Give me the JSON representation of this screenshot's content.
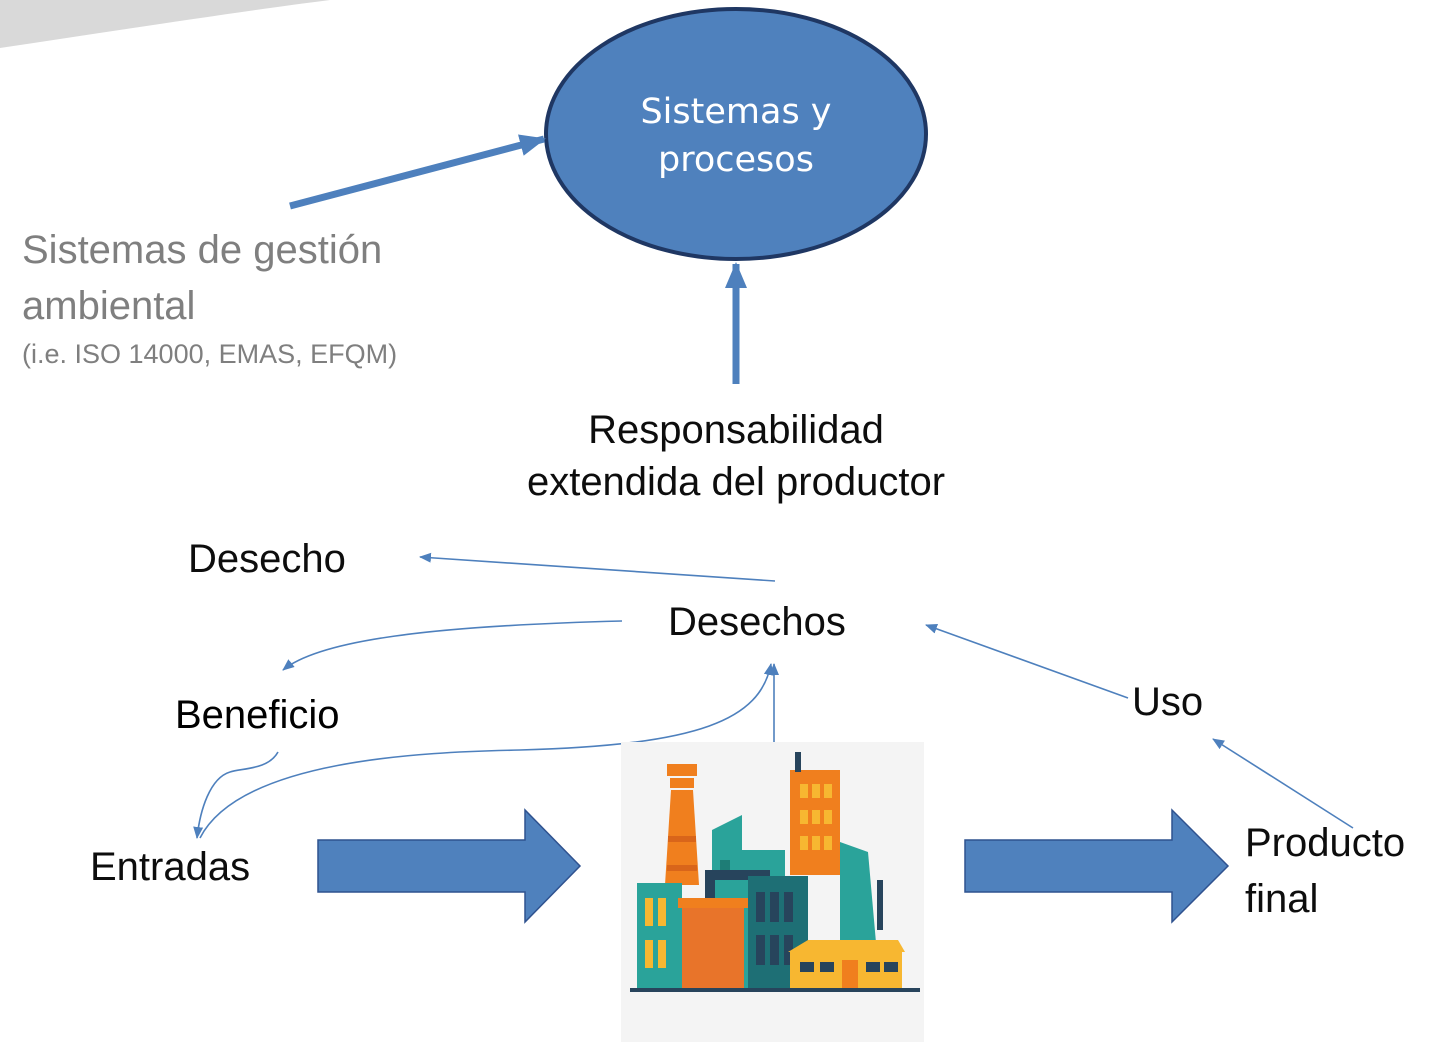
{
  "colors": {
    "arrow_blue": "#4e80bd",
    "ellipse_fill": "#4f81bd",
    "ellipse_stroke": "#1f3763",
    "gray_text": "#7f7f7f",
    "factory_orange": "#f07f1e",
    "factory_teal": "#2aa39a",
    "factory_dark": "#27445c",
    "factory_yellow": "#f7b731"
  },
  "nodes": {
    "sistemas_procesos": {
      "line1": "Sistemas y",
      "line2": "procesos"
    },
    "gestion_ambiental": {
      "line1": "Sistemas de gestión",
      "line2": "ambiental",
      "line3": "(i.e. ISO 14000, EMAS, EFQM)"
    },
    "responsabilidad": {
      "line1": "Responsabilidad",
      "line2": "extendida del productor"
    },
    "desecho": "Desecho",
    "desechos": "Desechos",
    "beneficio": "Beneficio",
    "uso": "Uso",
    "entradas": "Entradas",
    "producto_final": {
      "line1": "Producto",
      "line2": "final"
    }
  },
  "icons": {
    "factory": "factory-icon"
  }
}
